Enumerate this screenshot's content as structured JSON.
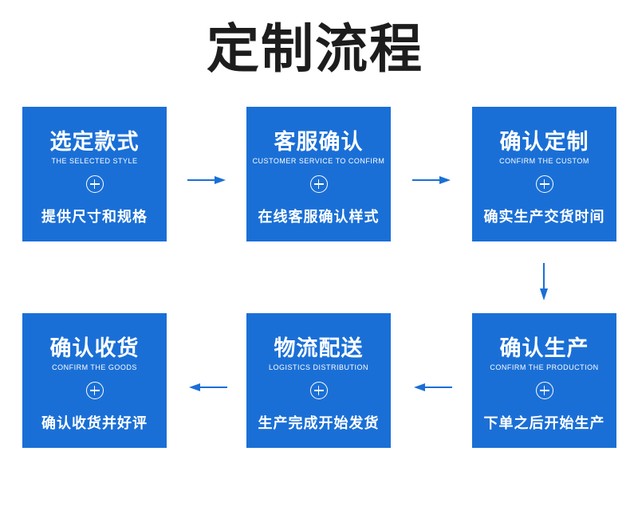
{
  "title": "定制流程",
  "steps": [
    {
      "title": "选定款式",
      "subtitle": "THE SELECTED STYLE",
      "desc": "提供尺寸和规格"
    },
    {
      "title": "客服确认",
      "subtitle": "CUSTOMER SERVICE TO CONFIRM",
      "desc": "在线客服确认样式"
    },
    {
      "title": "确认定制",
      "subtitle": "CONFIRM THE CUSTOM",
      "desc": "确实生产交货时间"
    },
    {
      "title": "确认收货",
      "subtitle": "CONFIRM THE GOODS",
      "desc": "确认收货并好评"
    },
    {
      "title": "物流配送",
      "subtitle": "LOGISTICS DISTRIBUTION",
      "desc": "生产完成开始发货"
    },
    {
      "title": "确认生产",
      "subtitle": "CONFIRM THE PRODUCTION",
      "desc": "下单之后开始生产"
    }
  ],
  "colors": {
    "box": "#1a6fd6",
    "arrow": "#1a6fd6",
    "title": "#1d1d1d"
  },
  "icons": {
    "plus": "plus-circle-icon",
    "arrow": "arrow-icon"
  }
}
